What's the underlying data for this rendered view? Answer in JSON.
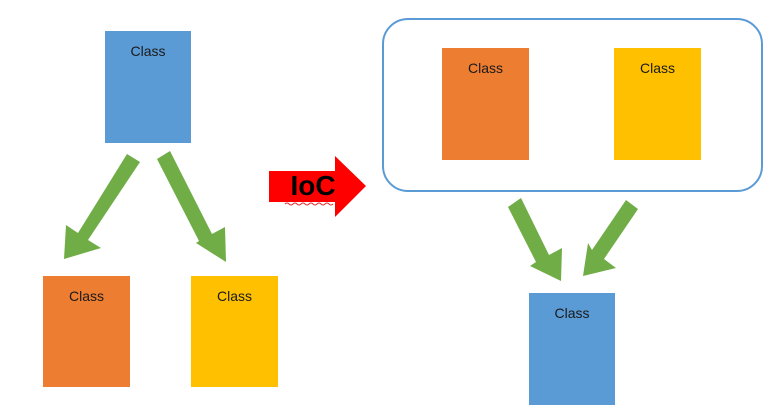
{
  "diagram": {
    "boxes": [
      {
        "id": "top-left",
        "label": "Class",
        "color": "#5b9bd5"
      },
      {
        "id": "bottom-left-orange",
        "label": "Class",
        "color": "#ed7d31"
      },
      {
        "id": "bottom-left-yellow",
        "label": "Class",
        "color": "#ffc000"
      },
      {
        "id": "container-orange",
        "label": "Class",
        "color": "#ed7d31"
      },
      {
        "id": "container-yellow",
        "label": "Class",
        "color": "#ffc000"
      },
      {
        "id": "bottom-right",
        "label": "Class",
        "color": "#5b9bd5"
      }
    ],
    "ioc_arrow": {
      "label": "IoC",
      "color": "#ff0000"
    },
    "arrow_color": "#70ad47",
    "container_border_color": "#5b9bd5"
  }
}
